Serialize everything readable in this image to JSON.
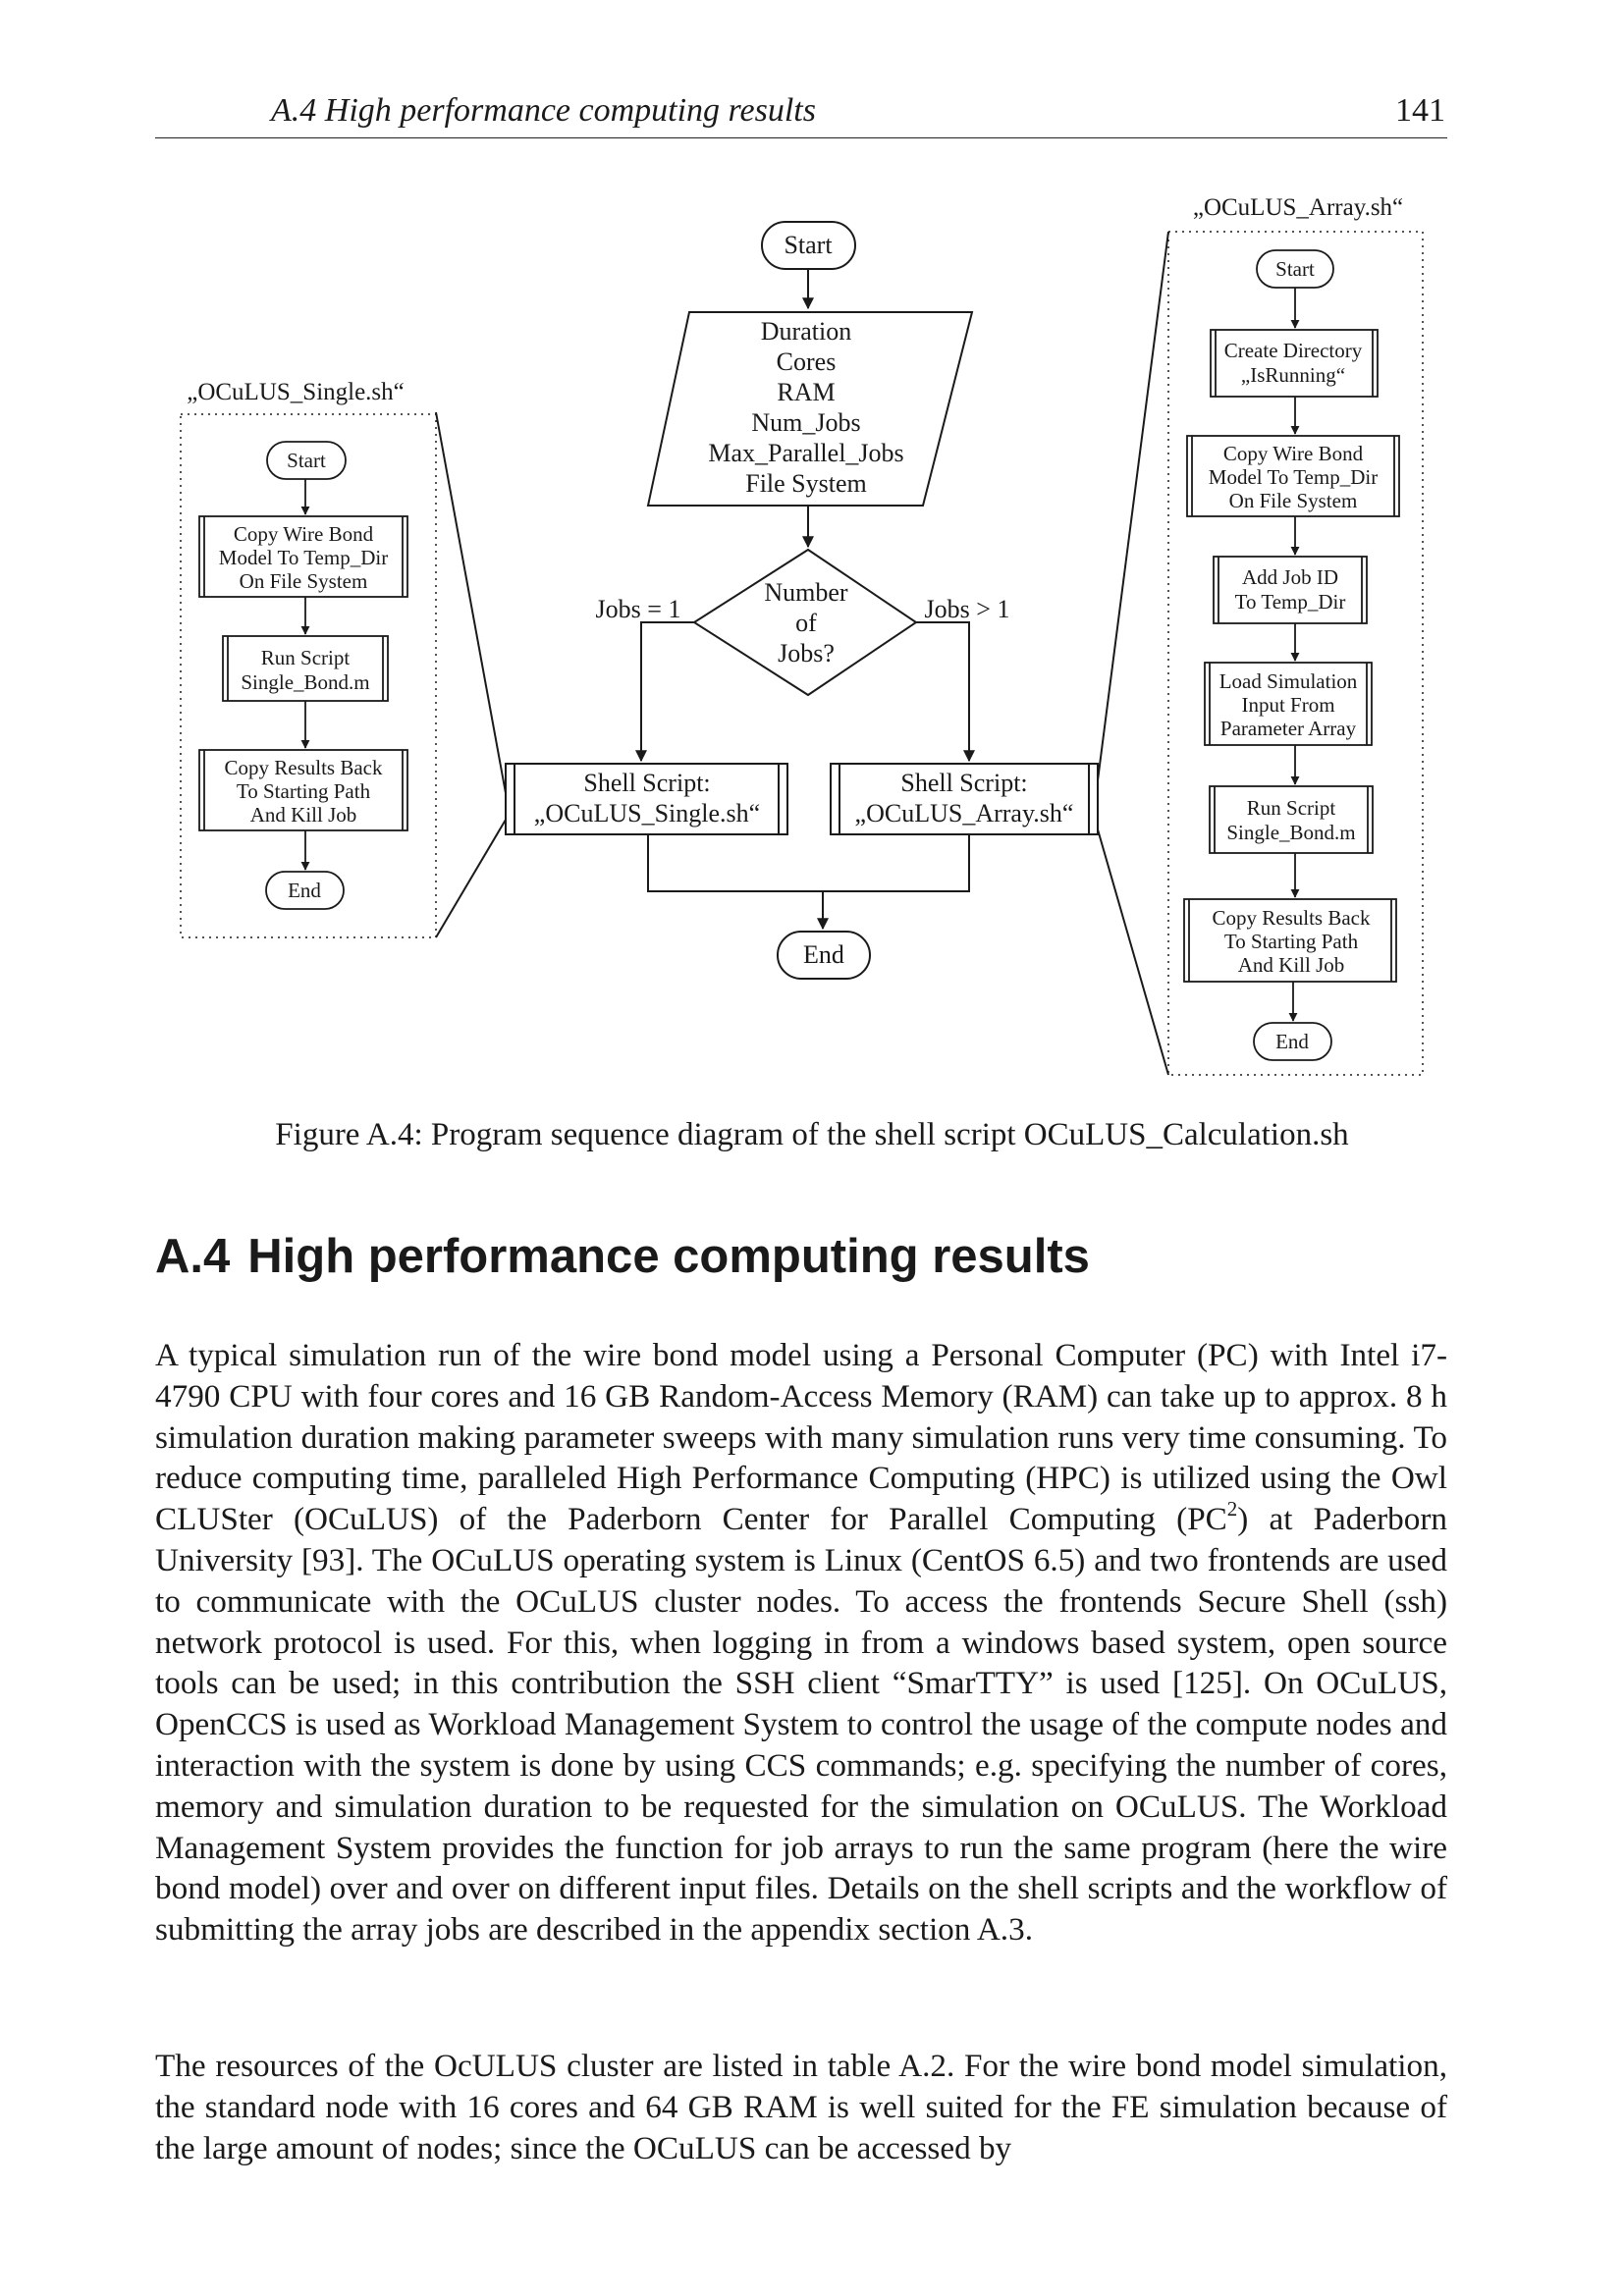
{
  "header": {
    "section_title": "A.4  High performance computing results",
    "page_number": "141"
  },
  "figure": {
    "main": {
      "start": "Start",
      "inputs": [
        "Duration",
        "Cores",
        "RAM",
        "Num_Jobs",
        "Max_Parallel_Jobs",
        "File System"
      ],
      "decision": [
        "Number",
        "of",
        "Jobs?"
      ],
      "branch_left_label": "Jobs = 1",
      "branch_right_label": "Jobs > 1",
      "shell_single": [
        "Shell Script:",
        "„OCuLUS_Single.sh“"
      ],
      "shell_array": [
        "Shell Script:",
        "„OCuLUS_Array.sh“"
      ],
      "end": "End"
    },
    "single_script": {
      "title": "„OCuLUS_Single.sh“",
      "start": "Start",
      "steps": [
        [
          "Copy Wire Bond",
          "Model To Temp_Dir",
          "On File System"
        ],
        [
          "Run Script",
          "Single_Bond.m"
        ],
        [
          "Copy Results Back",
          "To Starting Path",
          "And Kill Job"
        ]
      ],
      "end": "End"
    },
    "array_script": {
      "title": "„OCuLUS_Array.sh“",
      "start": "Start",
      "steps": [
        [
          "Create Directory",
          "„IsRunning“"
        ],
        [
          "Copy Wire Bond",
          "Model To Temp_Dir",
          "On File System"
        ],
        [
          "Add Job ID",
          "To Temp_Dir"
        ],
        [
          "Load Simulation",
          "Input From",
          "Parameter Array"
        ],
        [
          "Run Script",
          "Single_Bond.m"
        ],
        [
          "Copy Results Back",
          "To Starting Path",
          "And Kill Job"
        ]
      ],
      "end": "End"
    },
    "caption": "Figure A.4: Program sequence diagram of the shell script OCuLUS_Calculation.sh"
  },
  "section": {
    "number": "A.4",
    "title": "High performance computing results"
  },
  "paragraphs": {
    "p1_before_sup": "A typical simulation run of the wire bond model using a Personal Computer (PC) with Intel i7-4790 CPU with four cores and 16 GB Random-Access Memory (RAM) can take up to approx. 8 h simulation duration making parameter sweeps with many simulation runs very time consuming. To reduce computing time, paralleled High Performance Computing (HPC) is utilized using the Owl CLUSter (OCuLUS) of the Paderborn Center for Parallel Computing (PC",
    "p1_sup": "2",
    "p1_after_sup": ") at Paderborn University [93]. The OCuLUS operating system is Linux (CentOS 6.5) and two frontends are used to communicate with the OCuLUS cluster nodes. To access the frontends Secure Shell (ssh) network protocol is used. For this, when logging in from a windows based system, open source tools can be used; in this contribution the SSH client “SmarTTY” is used [125]. On OCuLUS, OpenCCS is used as Workload Management System to control the usage of the compute nodes and interaction with the system is done by using CCS commands; e.g. specifying the number of cores, memory and simulation duration to be requested for the simulation on OCuLUS. The Workload Management System provides the function for job arrays to run the same program (here the wire bond model) over and over on different input files. Details on the shell scripts and the workflow of submitting the array jobs are described in the appendix section A.3.",
    "p2": "The resources of the OcULUS cluster are listed in table A.2. For the wire bond model simulation, the standard node with 16 cores and 64 GB RAM is well suited for the FE simulation because of the large amount of nodes; since the OCuLUS can be accessed by"
  }
}
